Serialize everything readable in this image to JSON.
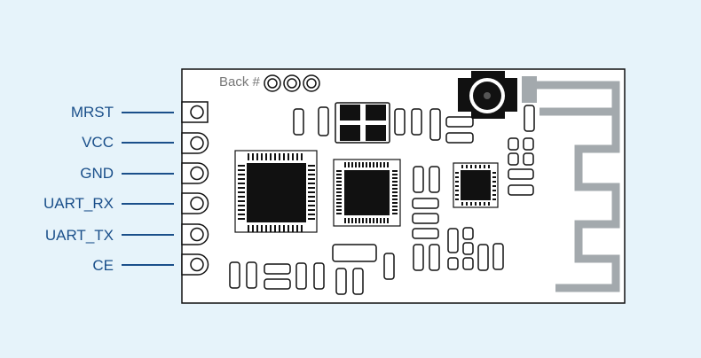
{
  "back_label": "Back #",
  "pins": [
    "MRST",
    "VCC",
    "GND",
    "UART_RX",
    "UART_TX",
    "CE"
  ],
  "colors": {
    "background": "#e6f3fa",
    "board": "#ffffff",
    "outline": "#111111",
    "pin_label": "#1a4f8a",
    "leader_line": "#1a4f8a",
    "antenna_trace": "#a3a9ad",
    "chip": "#111111"
  },
  "icons": [
    "pin-header-pad",
    "ipex-antenna-connector",
    "pcb-antenna-trace",
    "qfp-chip",
    "crystal-oscillator"
  ]
}
